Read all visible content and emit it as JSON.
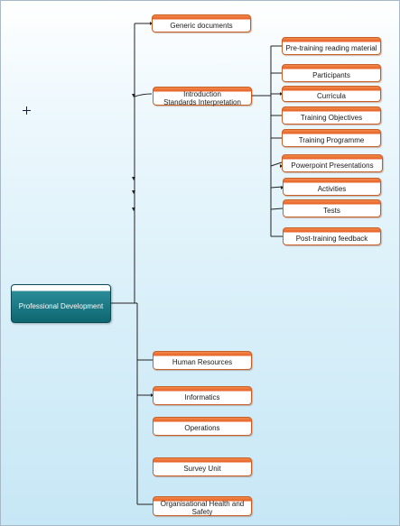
{
  "root": {
    "label": "Professional Development"
  },
  "branches": [
    {
      "label": "Generic documents"
    },
    {
      "label": "Introduction\nStandards Interpretation"
    },
    {
      "label": "Human Resources"
    },
    {
      "label": "Informatics"
    },
    {
      "label": "Operations"
    },
    {
      "label": "Survey  Unit"
    },
    {
      "label": "Organisational Health and\nSafety"
    }
  ],
  "sub_branches": [
    {
      "label": "Pre-training reading material"
    },
    {
      "label": "Participants"
    },
    {
      "label": "Curricula"
    },
    {
      "label": "Training Objectives"
    },
    {
      "label": "Training Programme"
    },
    {
      "label": "Powerpoint  Presentations"
    },
    {
      "label": "Activities"
    },
    {
      "label": "Tests"
    },
    {
      "label": "Post-training feedback"
    }
  ],
  "colors": {
    "node_header": "#e8642a",
    "node_border": "#c95f24",
    "root_fill": "#0d6670",
    "connector": "#222222"
  }
}
